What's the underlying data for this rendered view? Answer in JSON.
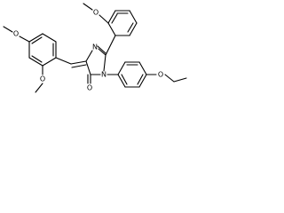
{
  "molecule": {
    "atoms": {
      "o_dimethoxy_4": "O",
      "o_dimethoxy_2": "O",
      "o_methoxyphenyl": "O",
      "n_imine": "N",
      "n_amide": "N",
      "o_carbonyl": "O",
      "o_ethoxy": "O"
    }
  }
}
